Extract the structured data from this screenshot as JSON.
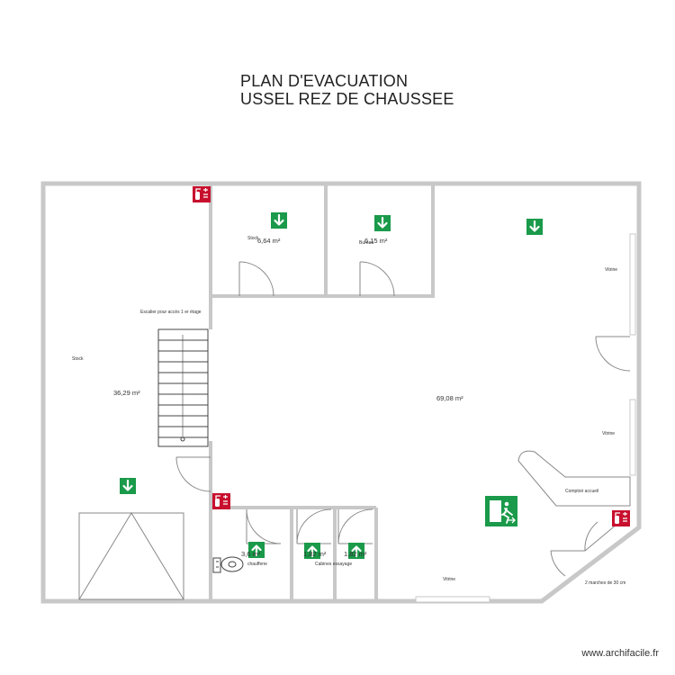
{
  "title": {
    "line1": "PLAN D'EVACUATION",
    "line2": "USSEL REZ DE CHAUSSEE"
  },
  "rooms": {
    "stock_left": {
      "name": "Stock",
      "area": "36,29 m²"
    },
    "stock_top": {
      "name": "Stock",
      "area": "6,64 m²"
    },
    "bureau": {
      "name": "Bureau",
      "area": "6,15 m²"
    },
    "main": {
      "area": "69,08 m²"
    },
    "chaufferie": {
      "area": "3,6 m²",
      "name": "chaufferie"
    },
    "cabine1": {
      "area": "1,82 m²"
    },
    "cabine2": {
      "area": "1,82 m²"
    }
  },
  "labels": {
    "escalier": "Escalier pour accès 1 er étage",
    "vitrine_top": "Vitrine",
    "vitrine_mid": "Vitrine",
    "vitrine_bottom": "Vitrine",
    "comptoir": "Comptoir accueil",
    "cabines": "Cabines essayage",
    "marches": "2 marches de 30 cm"
  },
  "symbols": {
    "evacuation_arrow": "down-arrow-evacuation-icon",
    "exit_up_arrow": "up-arrow-exit-icon",
    "fire_extinguisher": "fire-extinguisher-icon",
    "emergency_exit": "emergency-exit-sign-icon",
    "boiler": "boiler-icon"
  },
  "colors": {
    "wall": "#c8c8c8",
    "evac_green": "#1a9a4a",
    "fire_red": "#c8102e"
  },
  "watermark": "www.archifacile.fr"
}
